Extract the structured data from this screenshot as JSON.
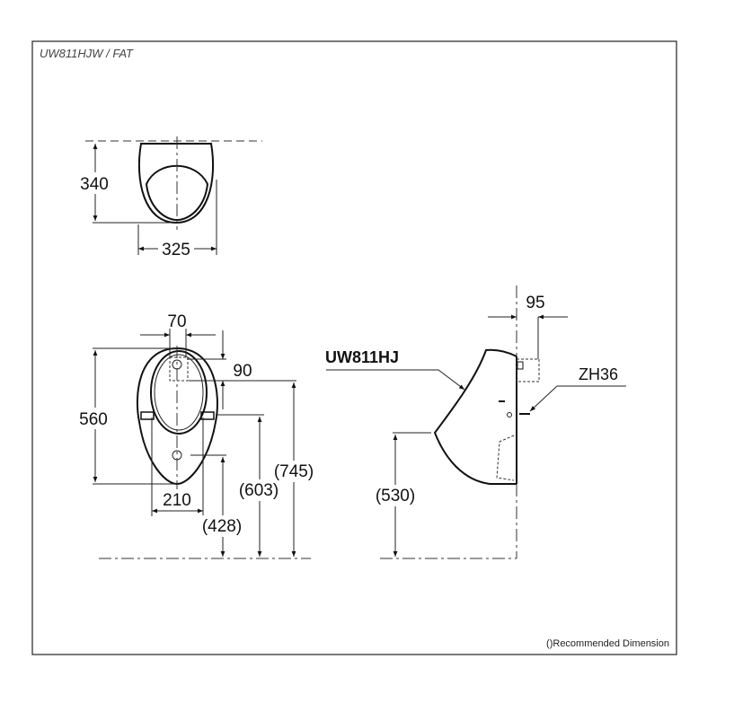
{
  "title": "UW811HJW / FAT",
  "footnote": "()Recommended Dimension",
  "top_view": {
    "depth": "340",
    "width": "325"
  },
  "front_view": {
    "bracket_spacing": "70",
    "bracket_height": "90",
    "height": "560",
    "inner_width": "210",
    "outlet_height": "(428)",
    "fixing_height": "(603)",
    "top_bracket_height": "(745)"
  },
  "side_view": {
    "model_label": "UW811HJ",
    "valve_label": "ZH36",
    "supply_offset": "95",
    "rim_height": "(530)"
  }
}
